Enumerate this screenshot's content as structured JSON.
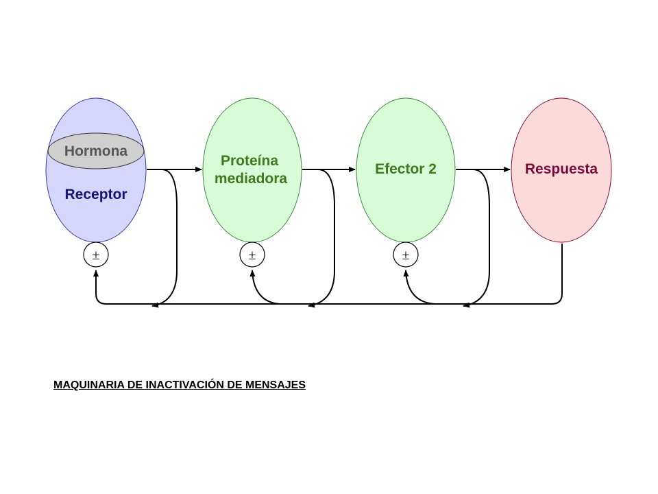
{
  "diagram": {
    "nodes": {
      "receptor": {
        "hormone_label": "Hormona",
        "label": "Receptor"
      },
      "mediator": {
        "line1": "Proteína",
        "line2": "mediadora"
      },
      "effector": {
        "label": "Efector 2"
      },
      "response": {
        "label": "Respuesta"
      }
    },
    "regulators": [
      {
        "symbol": "±"
      },
      {
        "symbol": "±"
      },
      {
        "symbol": "±"
      }
    ],
    "caption": "MAQUINARIA DE INACTIVACIÓN DE MENSAJES"
  },
  "colors": {
    "receptor_fill": "#d6d6fa",
    "receptor_stroke": "#3a3aa0",
    "receptor_text": "#141478",
    "hormone_fill": "#cfcfcf",
    "hormone_text": "#555555",
    "mediator_fill": "#d8fcd8",
    "mediator_stroke": "#3f8a3f",
    "mediator_text": "#3d7a1e",
    "effector_fill": "#d8fcd8",
    "effector_stroke": "#3f8a3f",
    "effector_text": "#3d7a1e",
    "response_fill": "#fbdada",
    "response_stroke": "#8a1040",
    "response_text": "#7a0a3a",
    "line": "#000000"
  }
}
